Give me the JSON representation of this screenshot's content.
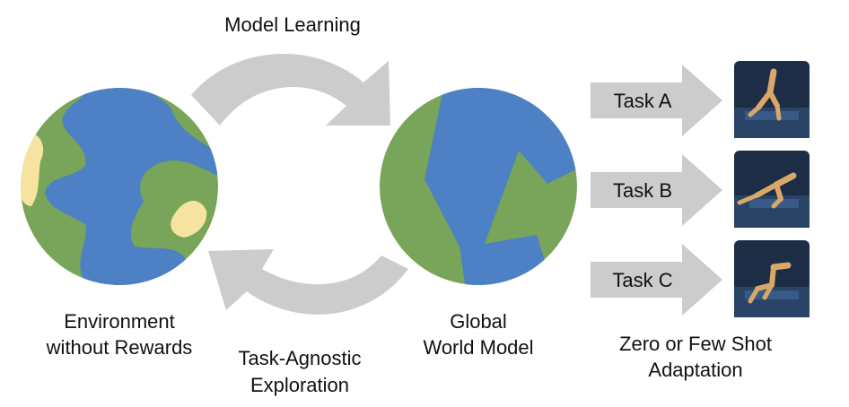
{
  "labels": {
    "model_learning": "Model Learning",
    "task_agnostic_line1": "Task-Agnostic",
    "task_agnostic_line2": "Exploration",
    "environment_line1": "Environment",
    "environment_line2": "without Rewards",
    "global_line1": "Global",
    "global_line2": "World Model",
    "adaptation_line1": "Zero or Few Shot",
    "adaptation_line2": "Adaptation"
  },
  "tasks": [
    {
      "label": "Task A"
    },
    {
      "label": "Task B"
    },
    {
      "label": "Task C"
    }
  ],
  "colors": {
    "ocean": "#4d80c4",
    "land": "#78a55a",
    "sand": "#f7e3a0",
    "arrow": "#cccccc",
    "thumb_bg": "#1c2d45",
    "walker": "#d9a868"
  }
}
